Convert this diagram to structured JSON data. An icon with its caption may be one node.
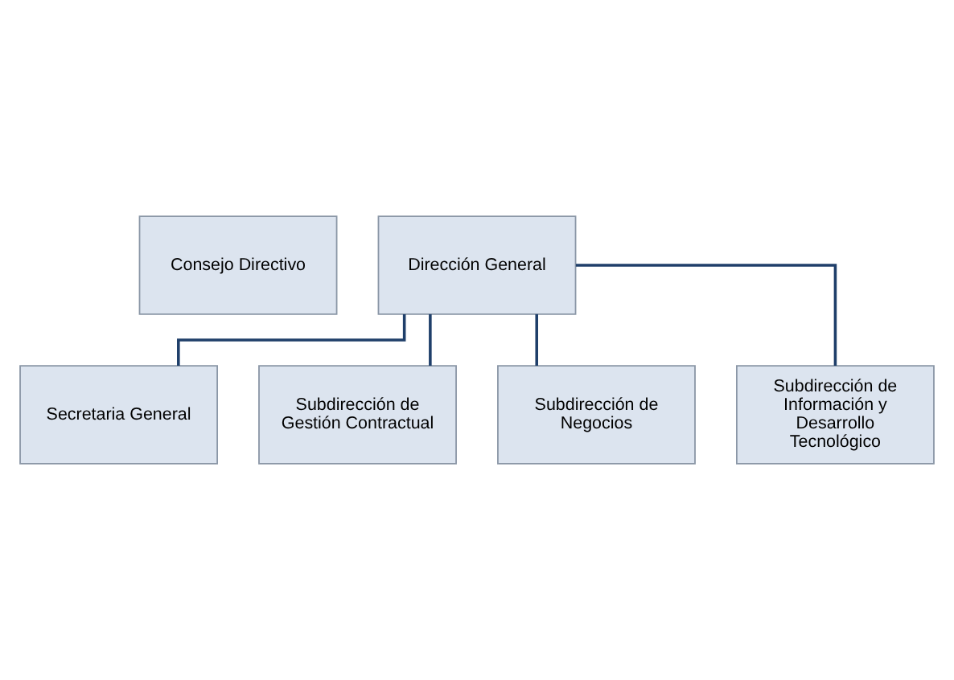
{
  "diagram": {
    "nodes": [
      {
        "text": [
          "Consejo Directivo"
        ]
      },
      {
        "text": [
          "Dirección General"
        ]
      },
      {
        "text": [
          "Secretaria General"
        ]
      },
      {
        "text": [
          "Subdirección de Gestión Contractual"
        ]
      },
      {
        "text": [
          "Subdirección de Negocios"
        ]
      },
      {
        "text": [
          "Subdirección de Información y Desarrollo Tecnológico"
        ]
      }
    ],
    "edges": [
      {
        "from": 1,
        "to": 2,
        "arrow": "none"
      },
      {
        "from": 1,
        "to": 3,
        "arrow": "none"
      },
      {
        "from": 1,
        "to": 4,
        "arrow": "none"
      },
      {
        "from": 1,
        "to": 5,
        "arrow": "none"
      }
    ]
  }
}
